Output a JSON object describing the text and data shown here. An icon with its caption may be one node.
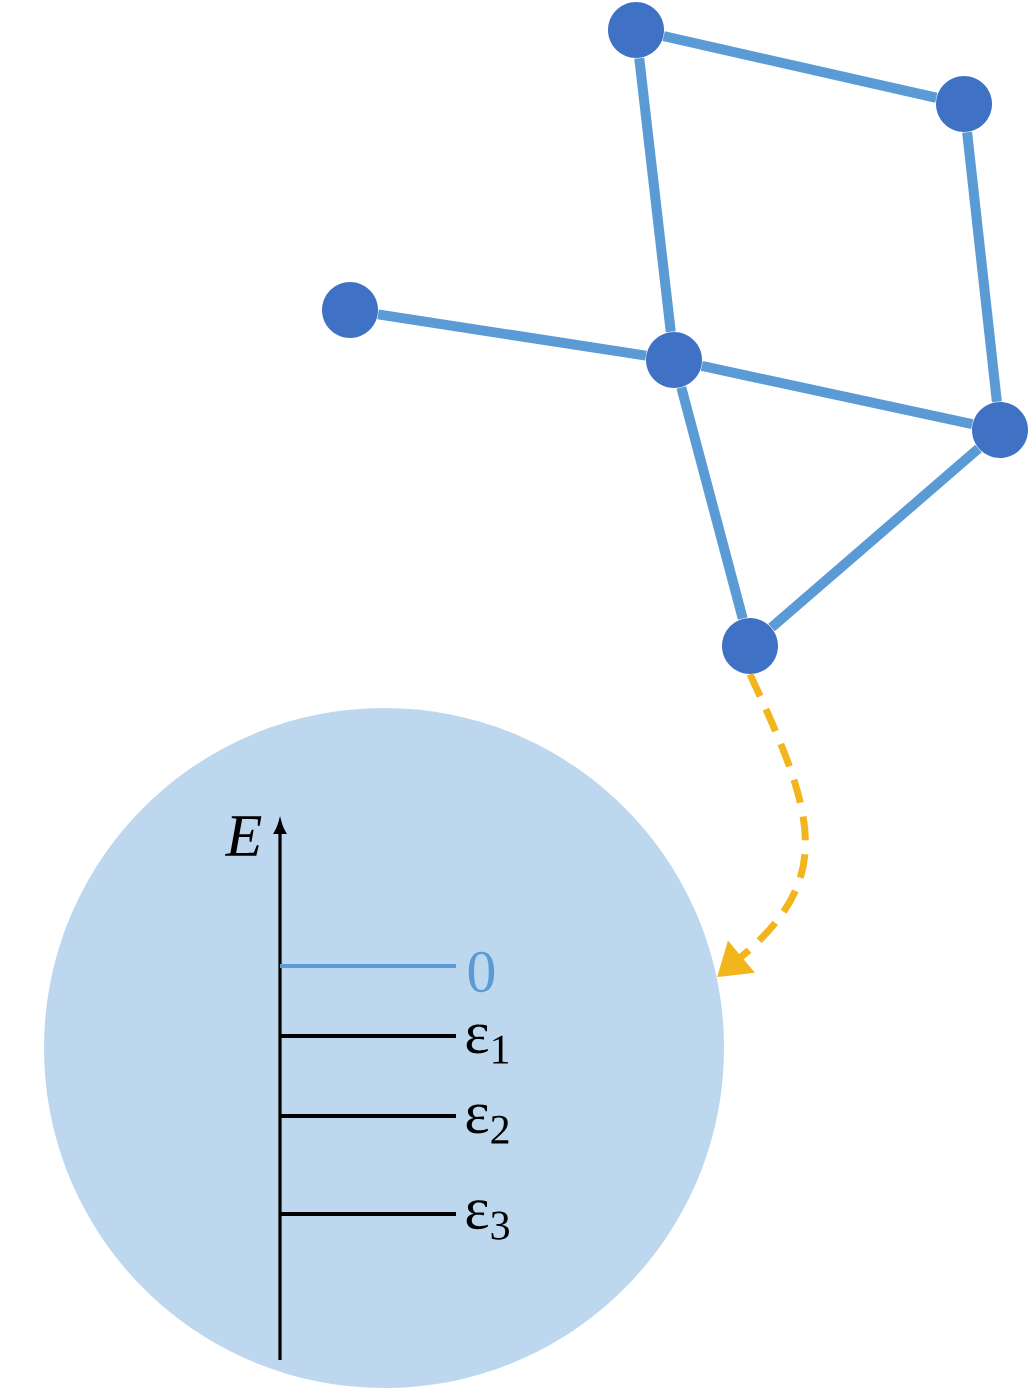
{
  "diagram": {
    "nodes": [
      {
        "text": [],
        "shape": "circle"
      },
      {
        "text": [],
        "shape": "circle"
      },
      {
        "text": [],
        "shape": "circle"
      },
      {
        "text": [],
        "shape": "circle"
      },
      {
        "text": [],
        "shape": "circle"
      },
      {
        "text": [],
        "shape": "circle"
      },
      {
        "text": [
          "E",
          "0",
          "ε$_{1}$",
          "ε$_{2}$",
          "ε$_{3}$"
        ]
      }
    ],
    "edges": [
      {
        "from": 0,
        "to": 1,
        "arrow": "none"
      },
      {
        "from": 0,
        "to": 3,
        "arrow": "none"
      },
      {
        "from": 1,
        "to": 4,
        "arrow": "none"
      },
      {
        "from": 2,
        "to": 3,
        "arrow": "none"
      },
      {
        "from": 3,
        "to": 4,
        "arrow": "none"
      },
      {
        "from": 3,
        "to": 5,
        "arrow": "none"
      },
      {
        "from": 4,
        "to": 5,
        "arrow": "none"
      },
      {
        "from": 5,
        "to": 6,
        "arrow": "to",
        "style": "dashed",
        "color": "#f2b51c"
      }
    ]
  }
}
